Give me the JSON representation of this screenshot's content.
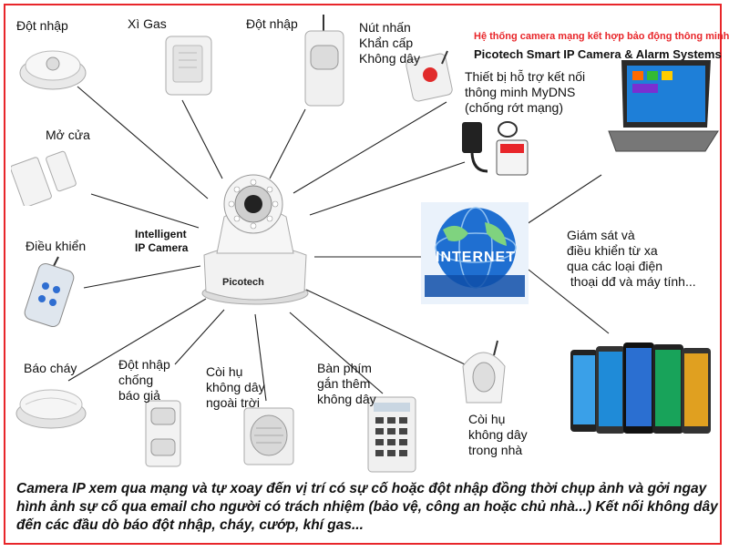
{
  "header": {
    "title_vn": "Hệ thống camera mạng kết hợp bảo động thông minh",
    "title_en": "Picotech Smart IP Camera & Alarm Systems"
  },
  "center": {
    "label": "Intelligent\nIP Camera",
    "brand": "Picotech"
  },
  "internet": {
    "label": "INTERNET"
  },
  "devices": {
    "motion_top": "Đột nhập",
    "gas": "Xì Gas",
    "motion_pir": "Đột nhập",
    "panic": "Nút nhấn\nKhẩn cấp\nKhông dây",
    "mydns": "Thiết bị hỗ trợ kết nối\nthông minh MyDNS\n(chống rớt mạng)",
    "door": "Mở cửa",
    "remote": "Điều khiển",
    "remote_view": "Giám sát và\nđiều khiển từ xa\nqua các loại điện\n thoại dđ và máy tính...",
    "smoke": "Báo cháy",
    "anti_false": "Đột nhập\nchống\nbáo giả",
    "outdoor_siren": "Còi hụ\nkhông dây\nngoài trời",
    "keypad": "Bàn phím\ngắn thêm\nkhông dây",
    "indoor_siren": "Còi hụ\nkhông dây\ntrong nhà"
  },
  "caption": "Camera IP xem qua mạng và tự xoay đến vị trí có sự cố hoặc đột nhập đồng thời chụp ảnh và gởi ngay hình ảnh sự cố qua email cho người có trách nhiệm (bảo vệ, công an hoặc chủ nhà...) Kết nối không dây đến các đầu dò báo đột nhập, cháy, cướp, khí gas...",
  "colors": {
    "frame": "#e8262a",
    "title_accent": "#e8262a",
    "globe": "#1f6fd1"
  }
}
